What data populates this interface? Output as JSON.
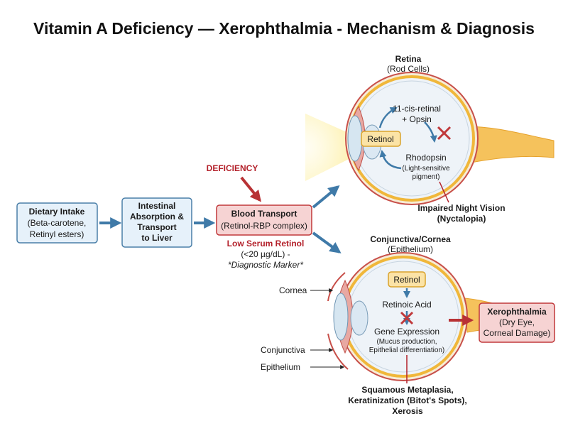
{
  "title": "Vitamin A Deficiency — Xerophthalmia - Mechanism & Diagnosis",
  "flow": {
    "dietary": {
      "line1": "Dietary Intake",
      "line2": "(Beta-carotene,",
      "line3": "Retinyl esters)"
    },
    "intestinal": {
      "line1": "Intestinal",
      "line2": "Absorption &",
      "line3": "Transport",
      "line4": "to Liver"
    },
    "blood": {
      "line1": "Blood Transport",
      "line2": "(Retinol-RBP complex)"
    },
    "deficiency_label": "DEFICIENCY",
    "low_serum": {
      "line1": "Low Serum Retinol",
      "line2": "(<20 µg/dL) -",
      "line3": "*Diagnostic Marker*"
    }
  },
  "retina": {
    "heading": "Retina",
    "subheading": "(Rod Cells)",
    "retinol": "Retinol",
    "cis_line1": "11-cis-retinal",
    "cis_line2": "+ Opsin",
    "rhodopsin": "Rhodopsin",
    "rhodopsin_sub1": "(Light-sensitive",
    "rhodopsin_sub2": "pigment)",
    "outcome_line1": "Impaired Night Vision",
    "outcome_line2": "(Nyctalopia)"
  },
  "cornea": {
    "heading": "Conjunctiva/Cornea",
    "subheading": "(Epithelium)",
    "retinol": "Retinol",
    "retinoic_acid": "Retinoic Acid",
    "gene_expression": "Gene Expression",
    "gene_sub1": "(Mucus production,",
    "gene_sub2": "Epithelial differentiation)",
    "label_cornea": "Cornea",
    "label_conjunctiva": "Conjunctiva",
    "label_epithelium": "Epithelium",
    "outcome_line1": "Squamous Metaplasia,",
    "outcome_line2": "Keratinization (Bitot's Spots),",
    "outcome_line3": "Xerosis"
  },
  "xerophthalmia": {
    "line1": "Xerophthalmia",
    "line2": "(Dry Eye,",
    "line3": "Corneal Damage)"
  },
  "colors": {
    "blue_fill": "#e6f1fa",
    "blue_stroke": "#4a7fa8",
    "red_fill": "#f6d3d3",
    "red_stroke": "#c0393b",
    "arrow_blue": "#3f7aa8",
    "dark_red": "#b3202a",
    "retinol_fill": "#fbe3a6",
    "retinol_stroke": "#d9a32d"
  }
}
